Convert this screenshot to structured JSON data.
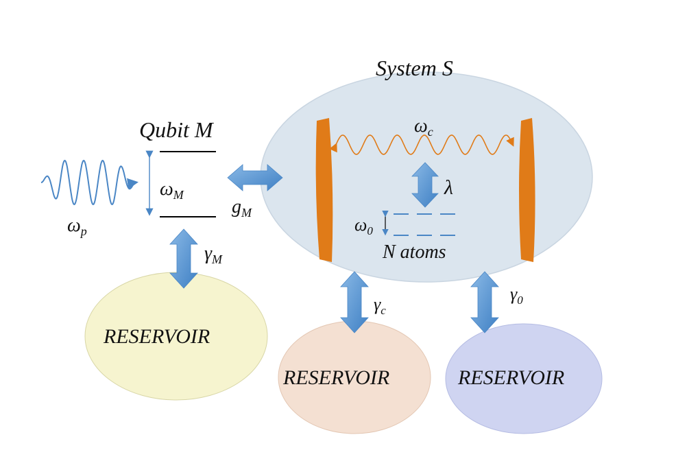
{
  "title": "System S",
  "qubit": {
    "label": "Qubit M",
    "freq_symbol": "ω",
    "freq_sub": "M",
    "drive_symbol": "ω",
    "drive_sub": "p"
  },
  "coupling": {
    "symbol": "g",
    "sub": "M"
  },
  "cavity": {
    "freq_symbol": "ω",
    "freq_sub": "c",
    "coupling_symbol": "λ"
  },
  "atoms": {
    "freq_symbol": "ω",
    "freq_sub": "0",
    "label": "N atoms"
  },
  "decay": {
    "qubit": {
      "symbol": "γ",
      "sub": "M"
    },
    "cavity": {
      "symbol": "γ",
      "sub": "c"
    },
    "atoms": {
      "symbol": "γ",
      "sub": "0"
    }
  },
  "reservoirs": [
    {
      "label": "RESERVOIR",
      "color": "#f6f4cf"
    },
    {
      "label": "RESERVOIR",
      "color": "#f4e0d2"
    },
    {
      "label": "RESERVOIR",
      "color": "#cfd4f1"
    }
  ],
  "colors": {
    "system_fill": "#dbe5ee",
    "system_stroke": "#c9d5e1",
    "mirror": "#e07b18",
    "wave_cavity": "#e07b18",
    "wave_drive": "#4a86c5",
    "arrow": "#5b9bd5",
    "level_line": "#000000",
    "atom_level": "#4a86c5"
  }
}
